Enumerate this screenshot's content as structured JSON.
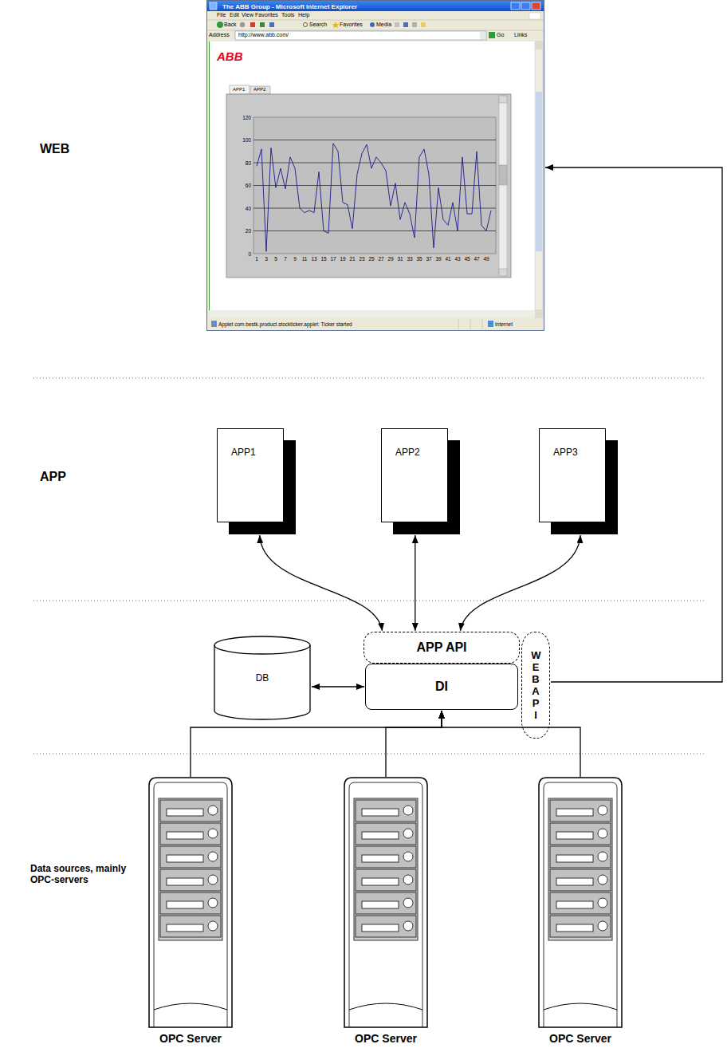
{
  "diagram": {
    "nodes": [
      {
        "text": [
          "The ABB Group - Microsoft Internet Explorer"
        ]
      },
      {
        "text": [
          "APP1"
        ]
      },
      {
        "text": [
          "APP2"
        ]
      },
      {
        "text": [
          "APP3"
        ]
      },
      {
        "text": [
          "APP API"
        ]
      },
      {
        "text": [
          "DB"
        ]
      },
      {
        "text": [
          "DI"
        ]
      },
      {
        "text": [
          "WEB API"
        ]
      },
      {
        "text": [
          "OPC Server"
        ]
      },
      {
        "text": [
          "OPC Server"
        ]
      },
      {
        "text": [
          "OPC Server"
        ]
      }
    ],
    "edges": [
      {
        "from": 1,
        "to": 4,
        "arrow": "both"
      },
      {
        "from": 2,
        "to": 4,
        "arrow": "both"
      },
      {
        "from": 3,
        "to": 4,
        "arrow": "both"
      },
      {
        "from": 5,
        "to": 6,
        "arrow": "both"
      },
      {
        "from": 7,
        "to": 0,
        "arrow": "to"
      },
      {
        "from": 8,
        "to": 6,
        "arrow": "to"
      },
      {
        "from": 9,
        "to": 6,
        "arrow": "to"
      },
      {
        "from": 10,
        "to": 6,
        "arrow": "to"
      }
    ],
    "labels": [
      "WEB",
      "APP",
      "Data sources, mainly OPC-servers",
      "File",
      "Edit",
      "View",
      "Favorites",
      "Tools",
      "Help",
      "Back",
      "Search",
      "Favorites",
      "Media",
      "Address",
      "http://www.abb.com/",
      "Go",
      "Links",
      "ABB",
      "APP1",
      "APP2",
      "120",
      "100",
      "80",
      "60",
      "40",
      "20",
      "0",
      "1",
      "3",
      "5",
      "7",
      "9",
      "11",
      "13",
      "15",
      "17",
      "19",
      "21",
      "23",
      "25",
      "27",
      "29",
      "31",
      "33",
      "35",
      "37",
      "39",
      "41",
      "43",
      "45",
      "47",
      "49",
      "Applet com.bestk.product.stockticker.applet: Ticker started",
      "Internet"
    ]
  }
}
